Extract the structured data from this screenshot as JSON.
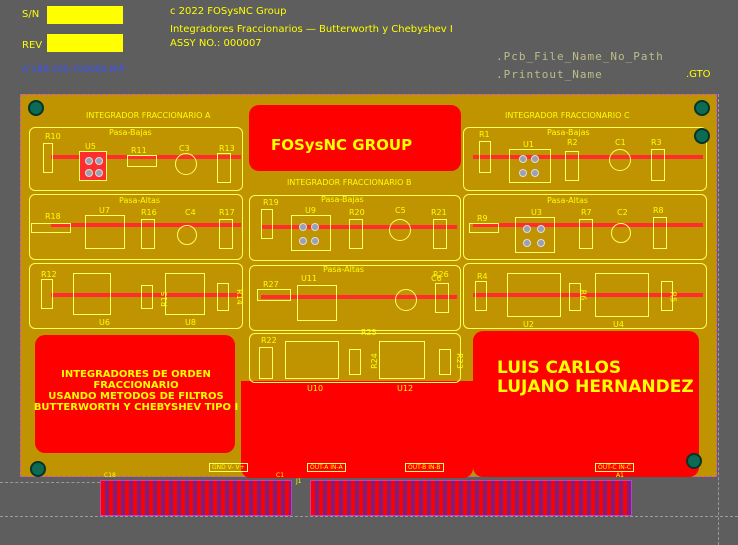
{
  "header": {
    "sn_label": "S/N",
    "rev_label": "REV",
    "copyright": "c  2022 FOSysNC Group",
    "project": "Integradores Fraccionarios — Butterworth y Chebyshev I",
    "assy": "ASSY NO.: 000007",
    "mirrored_pn": "P/N 000007-003 REV A",
    "pcb_file_name": ".Pcb_File_Name_No_Path",
    "printout_name": ".Printout_Name",
    "gto": ".GTO"
  },
  "board": {
    "title_main": "FOSysNC GROUP",
    "group_a_title": "INTEGRADOR FRACCIONARIO A",
    "group_b_title": "INTEGRADOR FRACCIONARIO B",
    "group_c_title": "INTEGRADOR FRACCIONARIO C",
    "pasa_bajas": "Pasa-Bajas",
    "pasa_altas": "Pasa-Altas",
    "left_text": [
      "INTEGRADORES DE ORDEN",
      "FRACCIONARIO",
      "USANDO METODOS DE FILTROS",
      "BUTTERWORTH Y CHEBYSHEV TIPO I"
    ],
    "author": [
      "LUIS CARLOS",
      "LUJANO HERNANDEZ"
    ],
    "connectors": {
      "c18": "C18",
      "c1": "C1",
      "j1": "J1",
      "a1": "A1",
      "gnd": "GND V- V+",
      "out_a": "OUT-A IN-A",
      "out_b": "OUT-B IN-B",
      "out_c": "OUT-C IN-C"
    },
    "components": {
      "r10": "R10",
      "u5": "U5",
      "r11": "R11",
      "c3": "C3",
      "r13": "R13",
      "r18": "R18",
      "u7": "U7",
      "r16": "R16",
      "c4": "C4",
      "r17": "R17",
      "r12": "R12",
      "r15": "R15",
      "r14": "R14",
      "u6": "U6",
      "u8": "U8",
      "r19": "R19",
      "u9": "U9",
      "r20": "R20",
      "c5": "C5",
      "r21": "R21",
      "r27": "R27",
      "u11": "U11",
      "c6": "C6",
      "r26": "R26",
      "r25": "R25",
      "r22": "R22",
      "r24": "R24",
      "r23": "R23",
      "u10": "U10",
      "u12": "U12",
      "r1": "R1",
      "u1": "U1",
      "r2": "R2",
      "c1": "C1",
      "r3": "R3",
      "r9": "R9",
      "u3": "U3",
      "r7": "R7",
      "c2": "C2",
      "r8": "R8",
      "r4": "R4",
      "r6": "R6",
      "r5": "R5",
      "u2": "U2",
      "u4": "U4"
    }
  },
  "colors": {
    "background": "#5e5e5e",
    "board": "#bf9400",
    "copper": "#ff0000",
    "silkscreen": "#ffff00",
    "outline": "#d050d0"
  }
}
